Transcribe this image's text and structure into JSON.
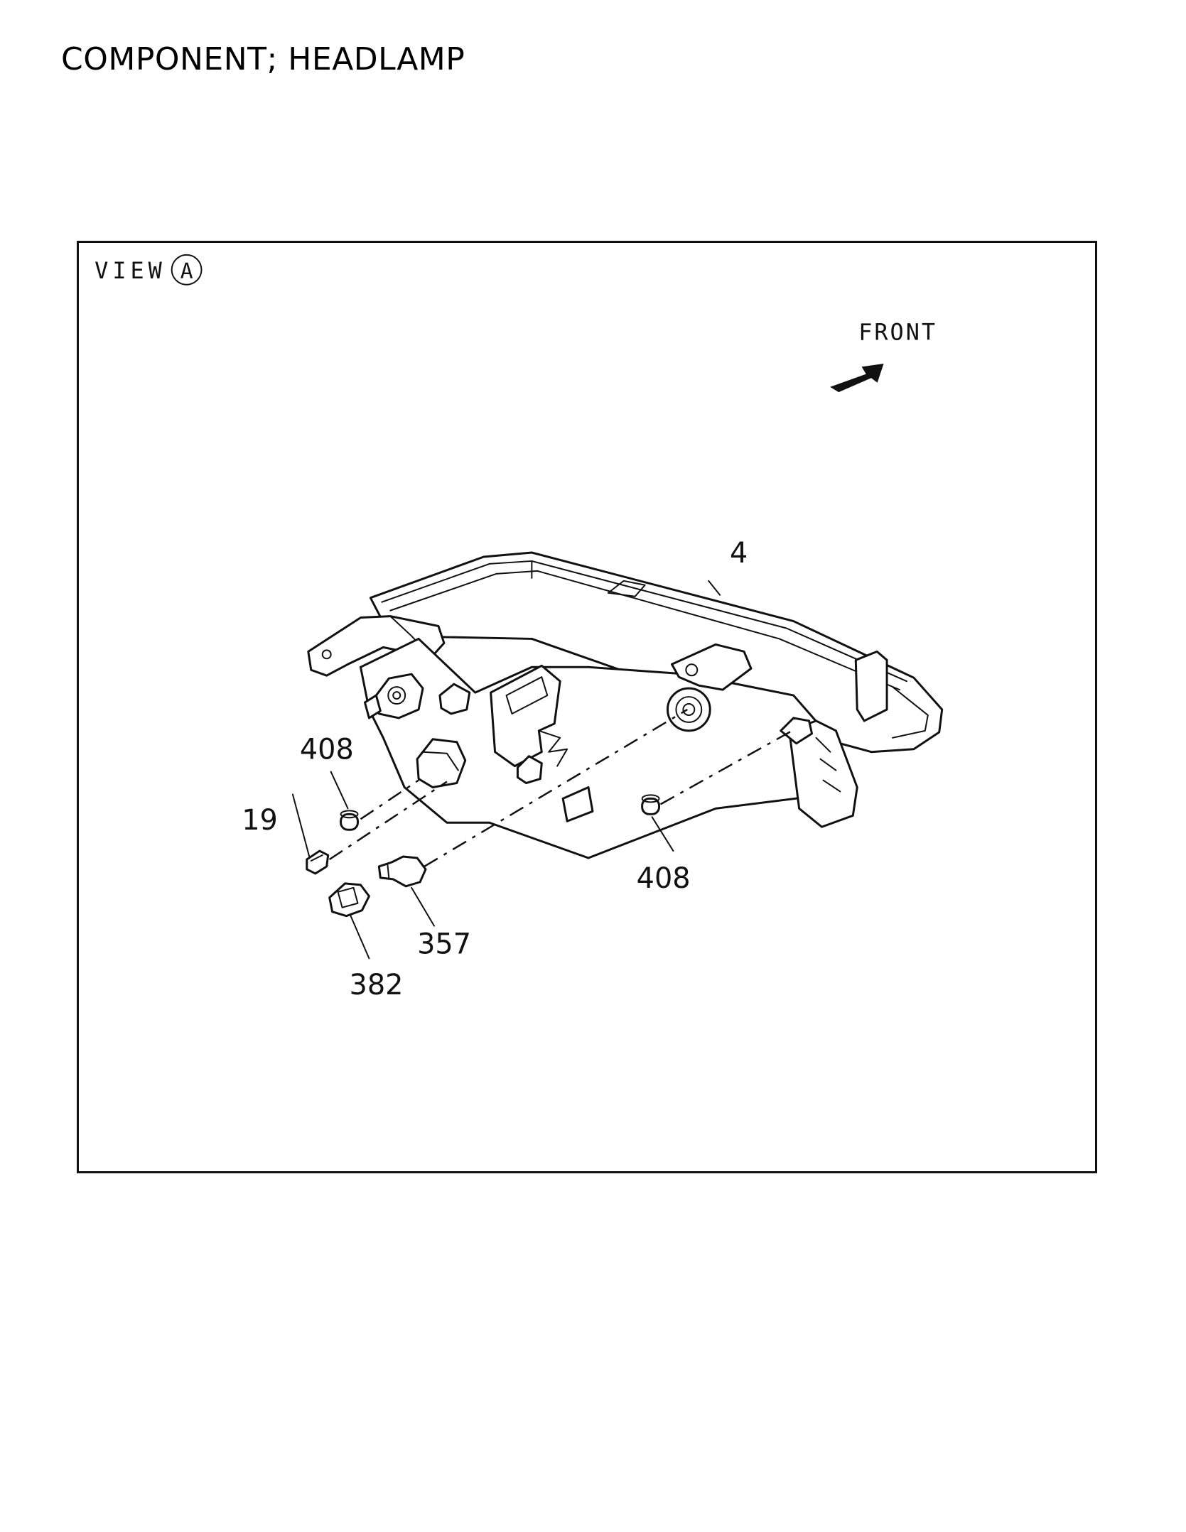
{
  "title": "COMPONENT; HEADLAMP",
  "view": {
    "label": "VIEW",
    "marker": "A"
  },
  "front_indicator": {
    "label": "FRONT",
    "icon": "front-arrow-icon"
  },
  "callouts": [
    {
      "id": "part-4",
      "text": "4"
    },
    {
      "id": "part-408-left",
      "text": "408"
    },
    {
      "id": "part-19",
      "text": "19"
    },
    {
      "id": "part-408-right",
      "text": "408"
    },
    {
      "id": "part-357",
      "text": "357"
    },
    {
      "id": "part-382",
      "text": "382"
    }
  ],
  "colors": {
    "line": "#111111",
    "background": "#ffffff"
  }
}
